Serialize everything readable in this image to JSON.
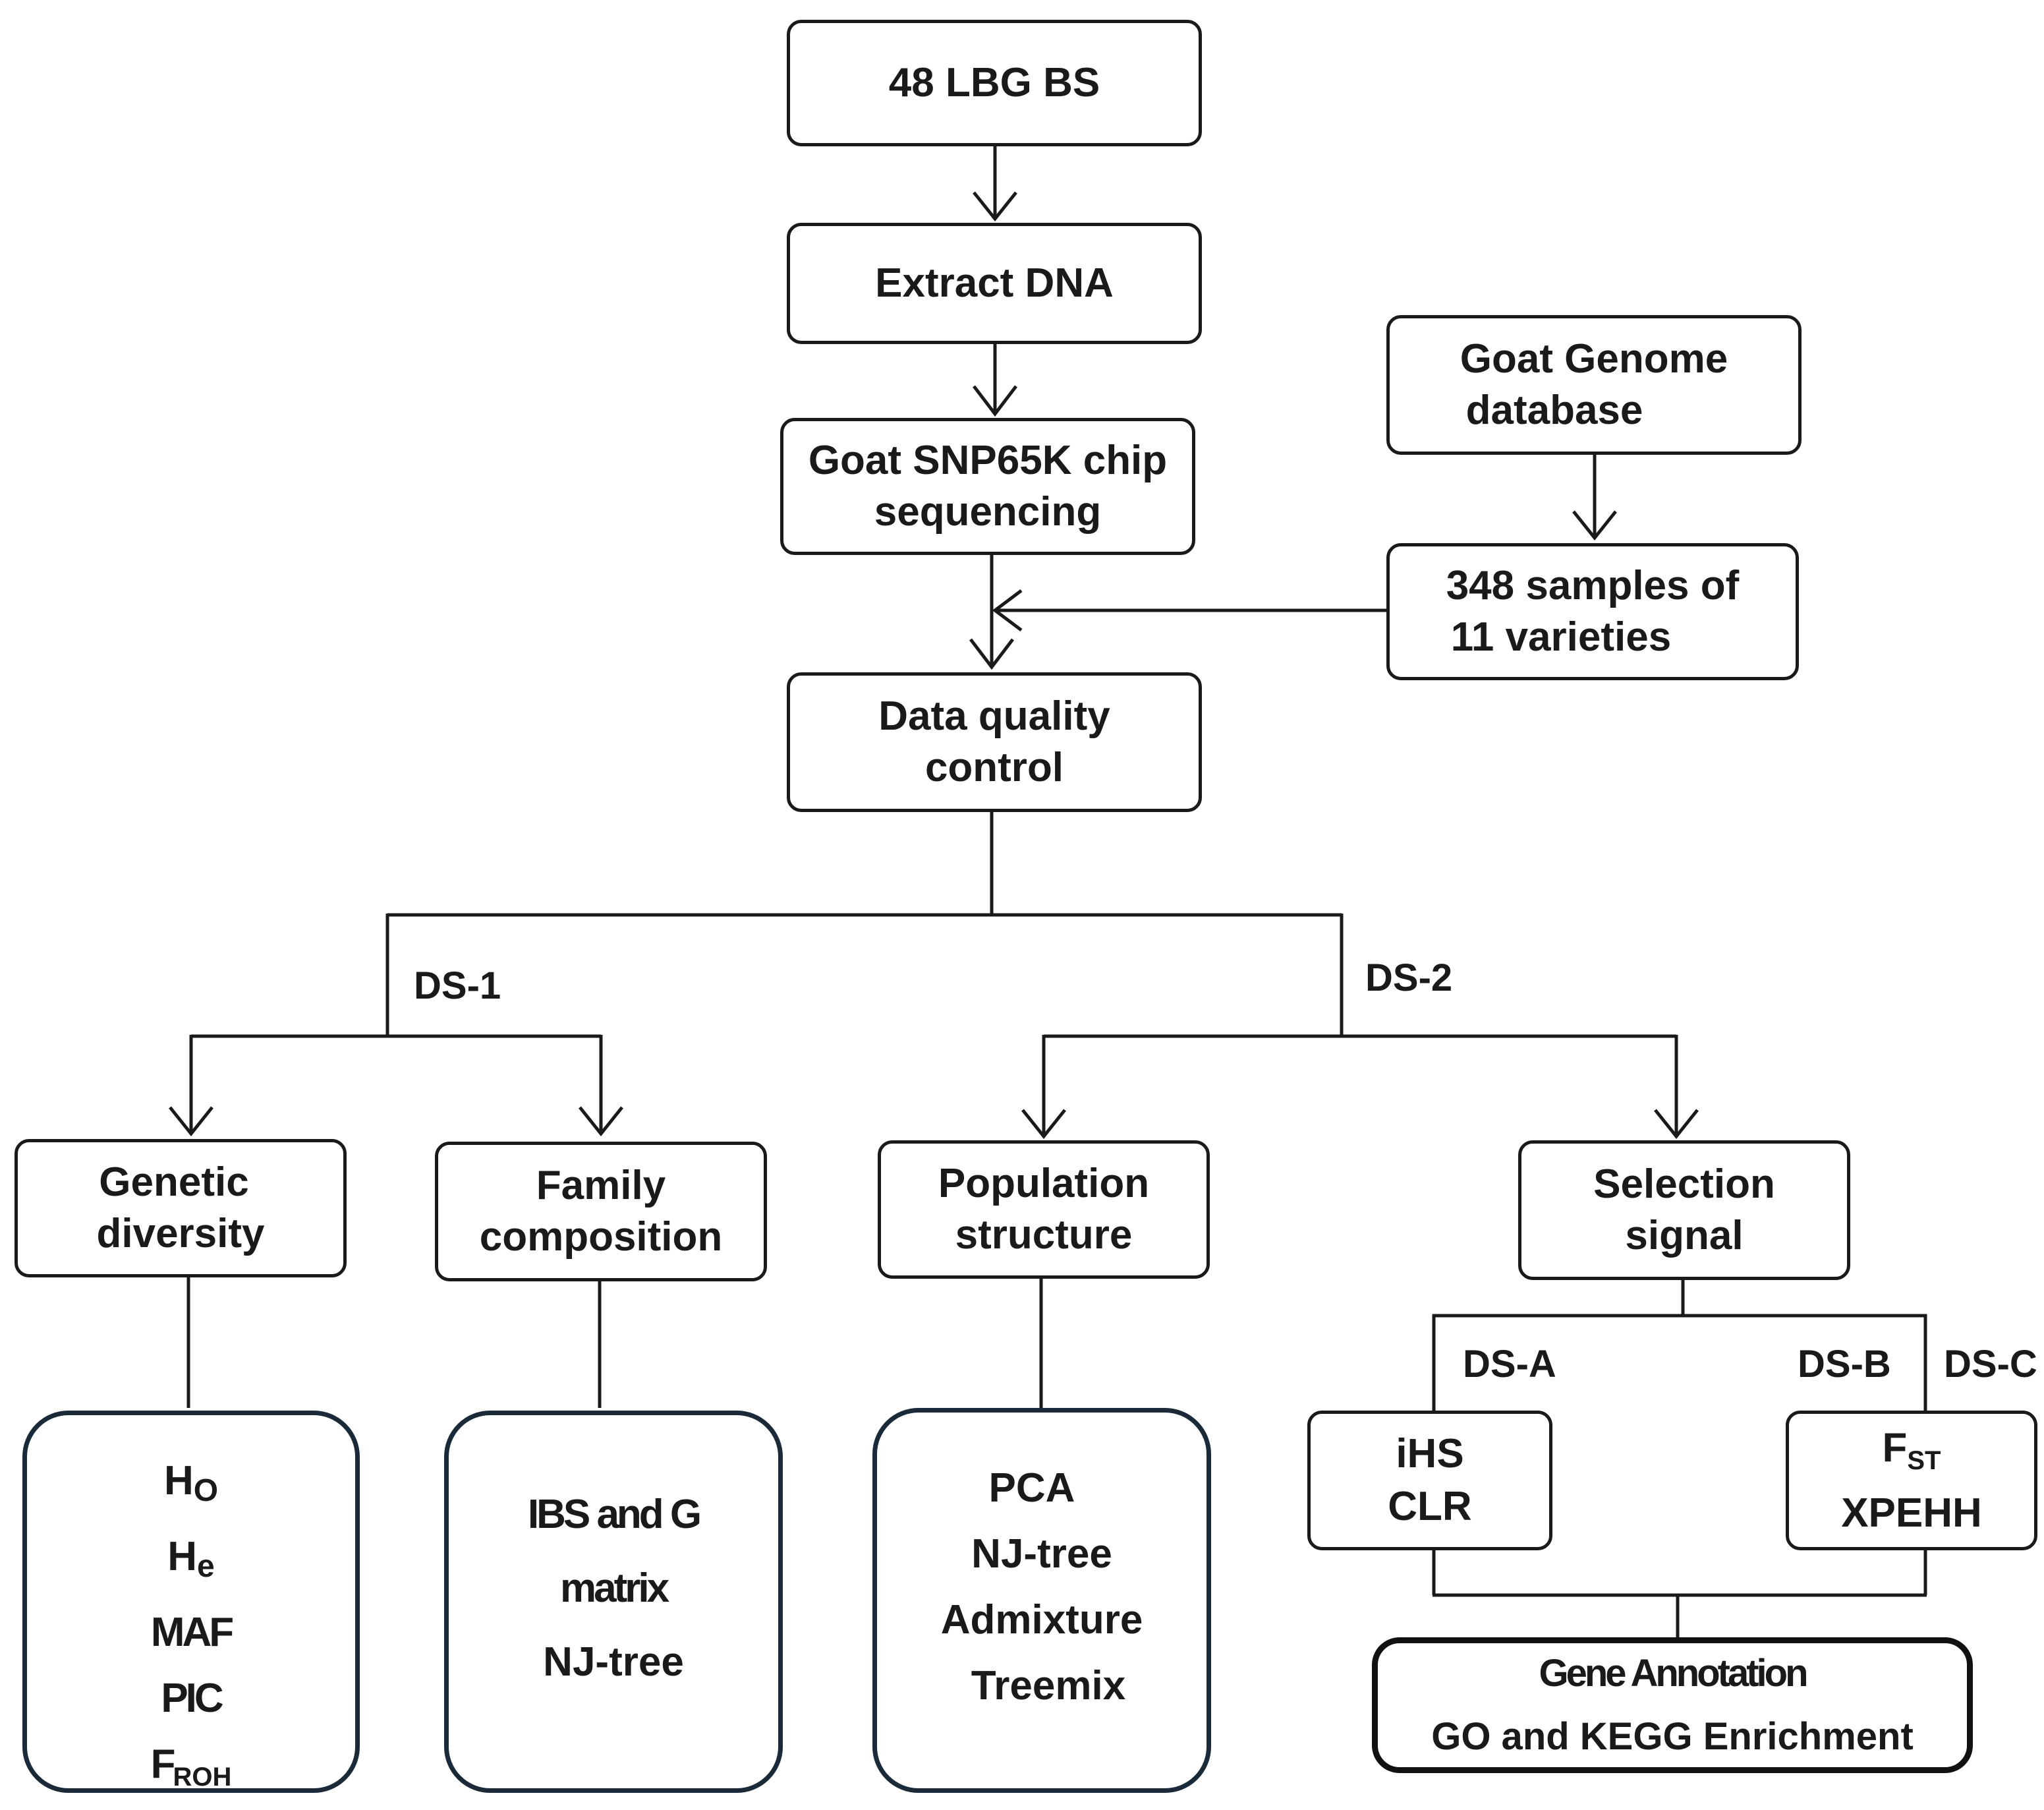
{
  "nodes": {
    "start": "48 LBG BS",
    "extract": "Extract DNA",
    "chip": [
      "Goat SNP65K chip",
      "sequencing"
    ],
    "genome_db": [
      "Goat Genome",
      "database"
    ],
    "samples": [
      "348 samples of",
      "11 varieties"
    ],
    "qc": [
      "Data quality",
      "control"
    ],
    "genetic_diversity": [
      "Genetic",
      "diversity"
    ],
    "family_composition": [
      "Family",
      "composition"
    ],
    "population_structure": [
      "Population",
      "structure"
    ],
    "selection_signal": [
      "Selection",
      "signal"
    ],
    "ihs_clr": [
      "iHS",
      "CLR"
    ],
    "fst_xpehh": {
      "f": "F",
      "st": "ST",
      "xpehh": "XPEHH"
    },
    "gene_annotation": [
      "Gene Annotation",
      "GO and KEGG Enrichment"
    ]
  },
  "results": {
    "genetic_diversity": {
      "ho_base": "H",
      "ho_sub": "O",
      "he_base": "H",
      "he_sub": "e",
      "maf": "MAF",
      "pic": "PIC",
      "froh_base": "F",
      "froh_sub": "ROH"
    },
    "family_composition": [
      "IBS and G",
      "matrix",
      "NJ-tree"
    ],
    "population_structure": [
      "PCA",
      "NJ-tree",
      "Admixture",
      "Treemix"
    ]
  },
  "labels": {
    "ds1": "DS-1",
    "ds2": "DS-2",
    "dsa": "DS-A",
    "dsb": "DS-B",
    "dsc": "DS-C"
  },
  "colors": {
    "line": "#1a1a1a",
    "result_border": "#1b2a38"
  }
}
